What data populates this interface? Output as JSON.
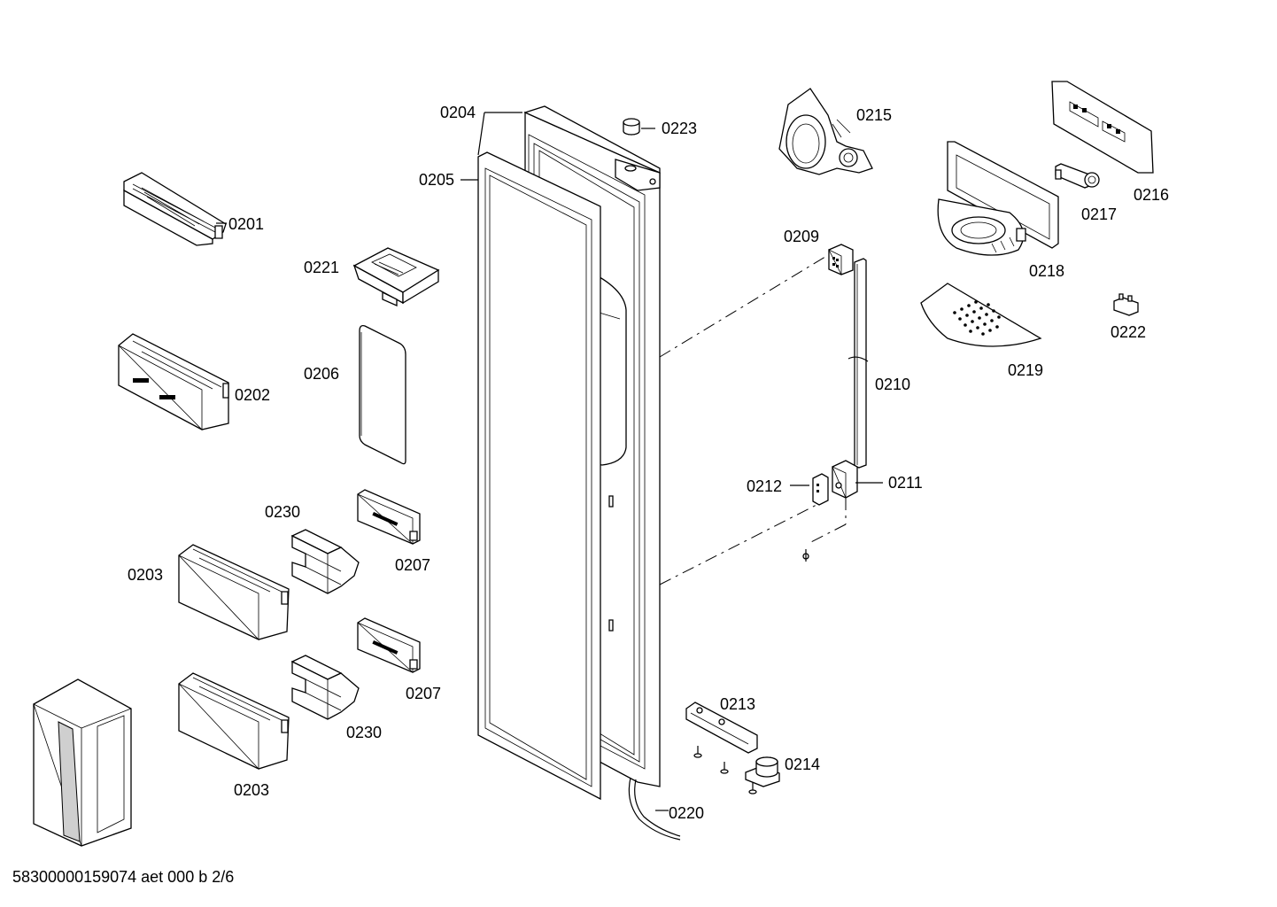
{
  "footer_text": "58300000159074 aet 000 b 2/6",
  "parts": [
    {
      "id": "p0201",
      "label": "0201"
    },
    {
      "id": "p0202",
      "label": "0202"
    },
    {
      "id": "p0203a",
      "label": "0203"
    },
    {
      "id": "p0203b",
      "label": "0203"
    },
    {
      "id": "p0204",
      "label": "0204"
    },
    {
      "id": "p0205",
      "label": "0205"
    },
    {
      "id": "p0206",
      "label": "0206"
    },
    {
      "id": "p0207a",
      "label": "0207"
    },
    {
      "id": "p0207b",
      "label": "0207"
    },
    {
      "id": "p0209",
      "label": "0209"
    },
    {
      "id": "p0210",
      "label": "0210"
    },
    {
      "id": "p0211",
      "label": "0211"
    },
    {
      "id": "p0212",
      "label": "0212"
    },
    {
      "id": "p0213",
      "label": "0213"
    },
    {
      "id": "p0214",
      "label": "0214"
    },
    {
      "id": "p0215",
      "label": "0215"
    },
    {
      "id": "p0216",
      "label": "0216"
    },
    {
      "id": "p0217",
      "label": "0217"
    },
    {
      "id": "p0218",
      "label": "0218"
    },
    {
      "id": "p0219",
      "label": "0219"
    },
    {
      "id": "p0220",
      "label": "0220"
    },
    {
      "id": "p0221",
      "label": "0221"
    },
    {
      "id": "p0222",
      "label": "0222"
    },
    {
      "id": "p0223",
      "label": "0223"
    },
    {
      "id": "p0230a",
      "label": "0230"
    },
    {
      "id": "p0230b",
      "label": "0230"
    }
  ]
}
